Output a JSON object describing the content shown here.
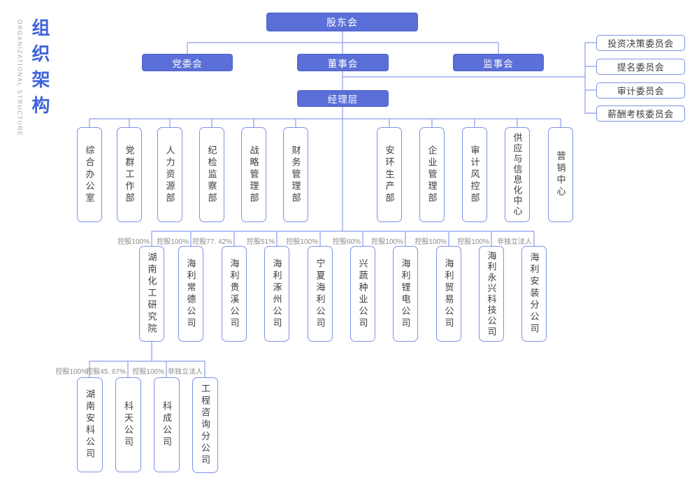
{
  "sidebar": {
    "title_cn": "组织架构",
    "title_en": "ORGANIZATIONAL STRUCTURE"
  },
  "colors": {
    "primary_fill": "#5b6fd8",
    "box_border": "#7e91e8",
    "connector_line": "#8a9bec",
    "ownership_label": "#8a8a8a",
    "title_blue": "#4164dc"
  },
  "governance": {
    "shareholders": "股东会",
    "party_committee": "党委会",
    "board": "董事会",
    "supervisory_board": "监事会",
    "management": "经理层"
  },
  "board_committees": [
    {
      "name": "投资决策委员会"
    },
    {
      "name": "提名委员会"
    },
    {
      "name": "审计委员会"
    },
    {
      "name": "薪酬考核委员会"
    }
  ],
  "departments": [
    {
      "name": "综合办公室"
    },
    {
      "name": "党群工作部"
    },
    {
      "name": "人力资源部"
    },
    {
      "name": "纪检监察部"
    },
    {
      "name": "战略管理部"
    },
    {
      "name": "财务管理部"
    },
    {
      "name": "安环生产部"
    },
    {
      "name": "企业管理部"
    },
    {
      "name": "审计风控部"
    },
    {
      "name": "供应与信息化中心"
    },
    {
      "name": "营销中心"
    }
  ],
  "subsidiaries": [
    {
      "name": "湖南化工研究院",
      "ownership": "控股100%"
    },
    {
      "name": "海利常德公司",
      "ownership": "控股100%"
    },
    {
      "name": "海利贵溪公司",
      "ownership": "控股77. 42%"
    },
    {
      "name": "海利涿州公司",
      "ownership": "控股51%"
    },
    {
      "name": "宁夏海利公司",
      "ownership": "控股100%"
    },
    {
      "name": "兴蔬种业公司",
      "ownership": "控股60%"
    },
    {
      "name": "海利锂电公司",
      "ownership": "控股100%"
    },
    {
      "name": "海利贸易公司",
      "ownership": "控股100%"
    },
    {
      "name": "海利永兴科技公司",
      "ownership": "控股100%"
    },
    {
      "name": "海利安装分公司",
      "ownership": "非独立法人"
    }
  ],
  "research_institute_subsidiaries": [
    {
      "name": "湖南安科公司",
      "ownership": "控股100%"
    },
    {
      "name": "科天公司",
      "ownership": "控股45. 67%"
    },
    {
      "name": "科成公司",
      "ownership": "控股100%"
    },
    {
      "name": "工程咨询分公司",
      "ownership": "非独立法人"
    }
  ]
}
